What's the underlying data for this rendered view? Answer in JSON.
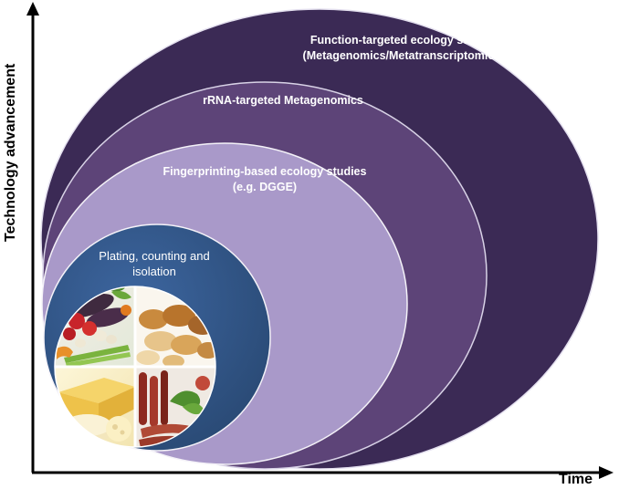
{
  "axes": {
    "y_label": "Technology advancement",
    "x_label": "Time"
  },
  "stages": [
    {
      "lines": [
        "Function-targeted ecology studies",
        "(Metagenomics/Metatranscriptomics)"
      ],
      "fill": "#3b2a55"
    },
    {
      "lines": [
        "rRNA-targeted Metagenomics"
      ],
      "fill": "#5d4478"
    },
    {
      "lines": [
        "Fingerprinting-based ecology studies",
        "(e.g. DGGE)"
      ],
      "fill": "#a999c9"
    },
    {
      "lines": [
        "Plating, counting and",
        "isolation"
      ],
      "fill": "#345a8a"
    }
  ],
  "food_images": [
    "vegetables",
    "bread",
    "cheese",
    "sausages"
  ],
  "colors": {
    "axis": "#000000",
    "ellipse_edge": "#dcd8ea",
    "label_text": "#ffffff"
  }
}
